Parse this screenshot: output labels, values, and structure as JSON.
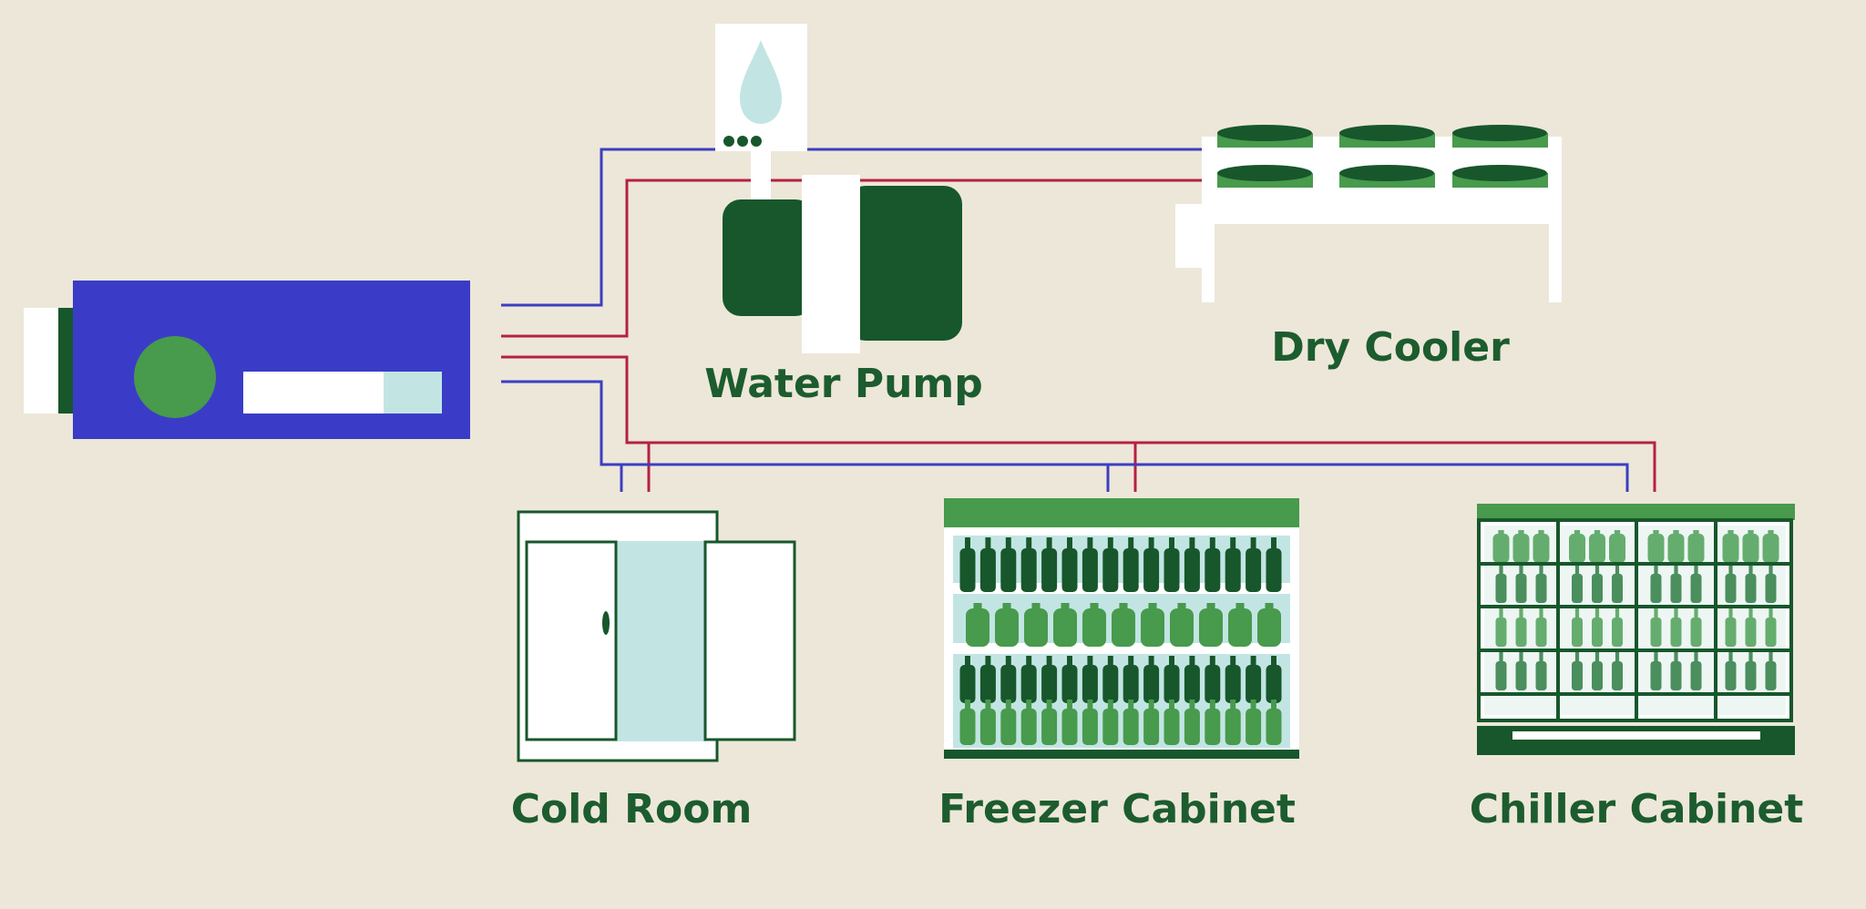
{
  "diagram": {
    "labels": {
      "water_pump": "Water Pump",
      "dry_cooler": "Dry Cooler",
      "cold_room": "Cold Room",
      "freezer_cabinet": "Freezer Cabinet",
      "chiller_cabinet": "Chiller Cabinet"
    },
    "colors": {
      "background": "#ede7d9",
      "dark_green": "#17572b",
      "mid_green": "#489a4c",
      "light_green": "#65ad6e",
      "unit_blue": "#3a3cc8",
      "pipe_blue": "#3b3fc1",
      "pipe_red": "#b42144",
      "pale_cyan": "#c2e5e4",
      "white": "#ffffff",
      "label_text": "#1c5c2e"
    }
  }
}
